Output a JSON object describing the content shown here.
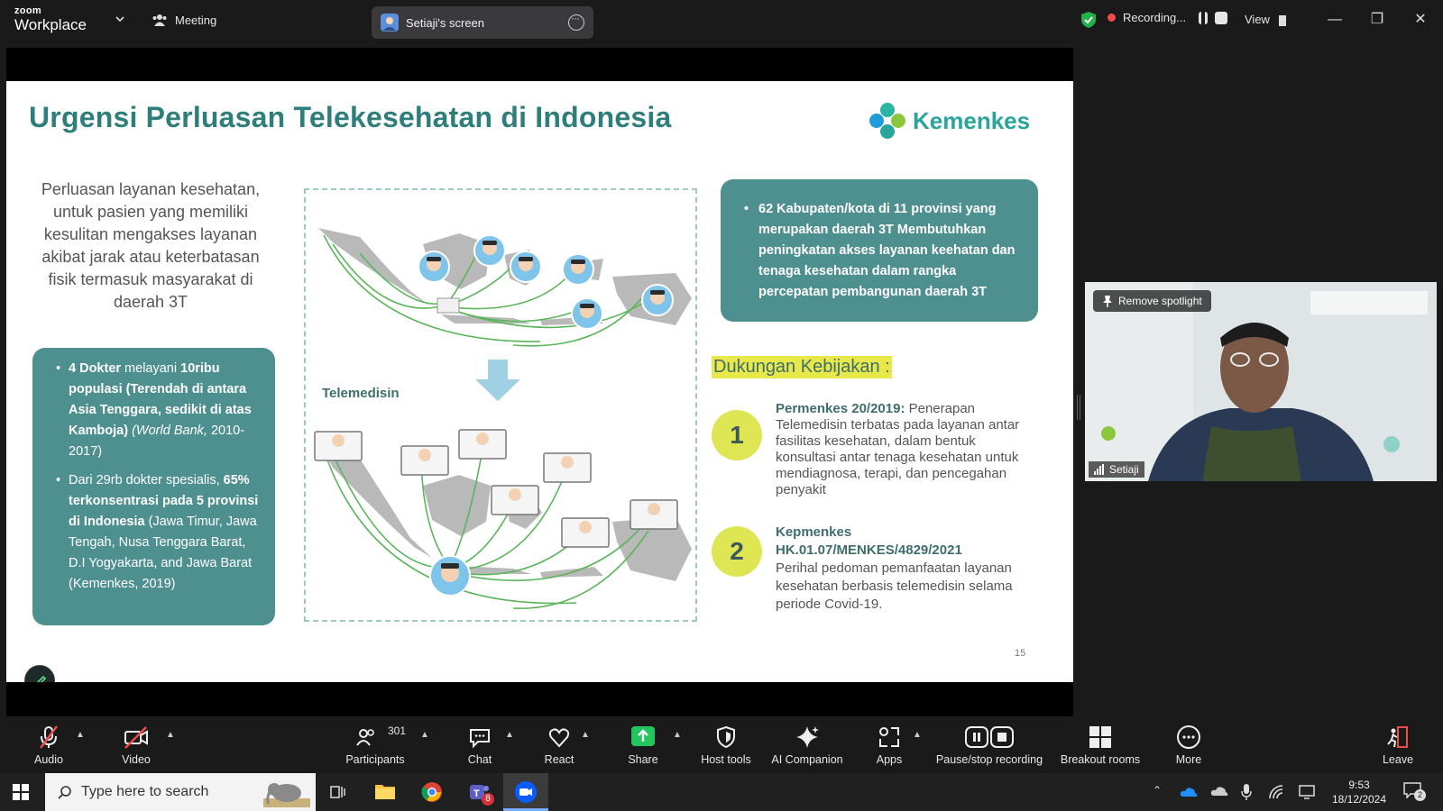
{
  "window": {
    "brand_top": "zoom",
    "brand_bottom": "Workplace",
    "meeting_label": "Meeting",
    "screen_share_label": "Setiaji's screen",
    "recording_label": "Recording...",
    "view_label": "View"
  },
  "slide": {
    "title": "Urgensi Perluasan Telekesehatan di Indonesia",
    "logo_text": "Kemenkes",
    "intro": "Perluasan layanan kesehatan, untuk pasien yang memiliki kesulitan mengakses layanan akibat jarak atau keterbatasan fisik termasuk masyarakat di daerah 3T",
    "left_card": {
      "b1_bold1": "4 Dokter",
      "b1_text1": " melayani ",
      "b1_bold2": "10ribu populasi (Terendah di antara Asia Tenggara, sedikit di atas Kamboja)",
      "b1_italic": " (World Bank,",
      "b1_end": " 2010-2017)",
      "b2_text1": "Dari 29rb dokter spesialis, ",
      "b2_bold": "65% terkonsentrasi pada 5 provinsi di Indonesia",
      "b2_end": " (Jawa Timur, Jawa Tengah, Nusa Tenggara Barat, D.I Yogyakarta, and Jawa Barat (Kemenkes, 2019)"
    },
    "right_card": "62 Kabupaten/kota di 11 provinsi yang merupakan daerah 3T Membutuhkan peningkatan akses layanan keehatan dan tenaga kesehatan dalam rangka percepatan pembangunan daerah 3T",
    "telemedisin_label": "Telemedisin",
    "dukungan_label": "Dukungan Kebijakan :",
    "policy1": {
      "num": "1",
      "bold": "Permenkes 20/2019:",
      "text": " Penerapan Telemedisin terbatas pada layanan antar fasilitas kesehatan, dalam bentuk konsultasi antar tenaga kesehatan untuk mendiagnosa, terapi, dan pencegahan penyakit"
    },
    "policy2": {
      "num": "2",
      "bold1": "Kepmenkes",
      "bold2": "HK.01.07/MENKES/4829/2021",
      "text": "Perihal pedoman pemanfaatan layanan kesehatan berbasis telemedisin selama periode Covid-19."
    },
    "page_number": "15"
  },
  "video": {
    "spotlight_label": "Remove spotlight",
    "participant_name": "Setiaji"
  },
  "toolbar": {
    "audio": "Audio",
    "video": "Video",
    "participants": "Participants",
    "participants_count": "301",
    "chat": "Chat",
    "react": "React",
    "share": "Share",
    "host_tools": "Host tools",
    "ai_companion": "AI Companion",
    "apps": "Apps",
    "pause_stop": "Pause/stop recording",
    "breakout": "Breakout rooms",
    "more": "More",
    "leave": "Leave"
  },
  "taskbar": {
    "search_placeholder": "Type here to search",
    "teams_badge": "8",
    "time": "9:53",
    "date": "18/12/2024",
    "notification_count": "2"
  },
  "colors": {
    "slide_teal": "#2e7f7c",
    "card_teal": "#4e8f90",
    "highlight_yellow": "#e8e84a",
    "share_green": "#22c55e",
    "recording_red": "#f24b4b"
  }
}
